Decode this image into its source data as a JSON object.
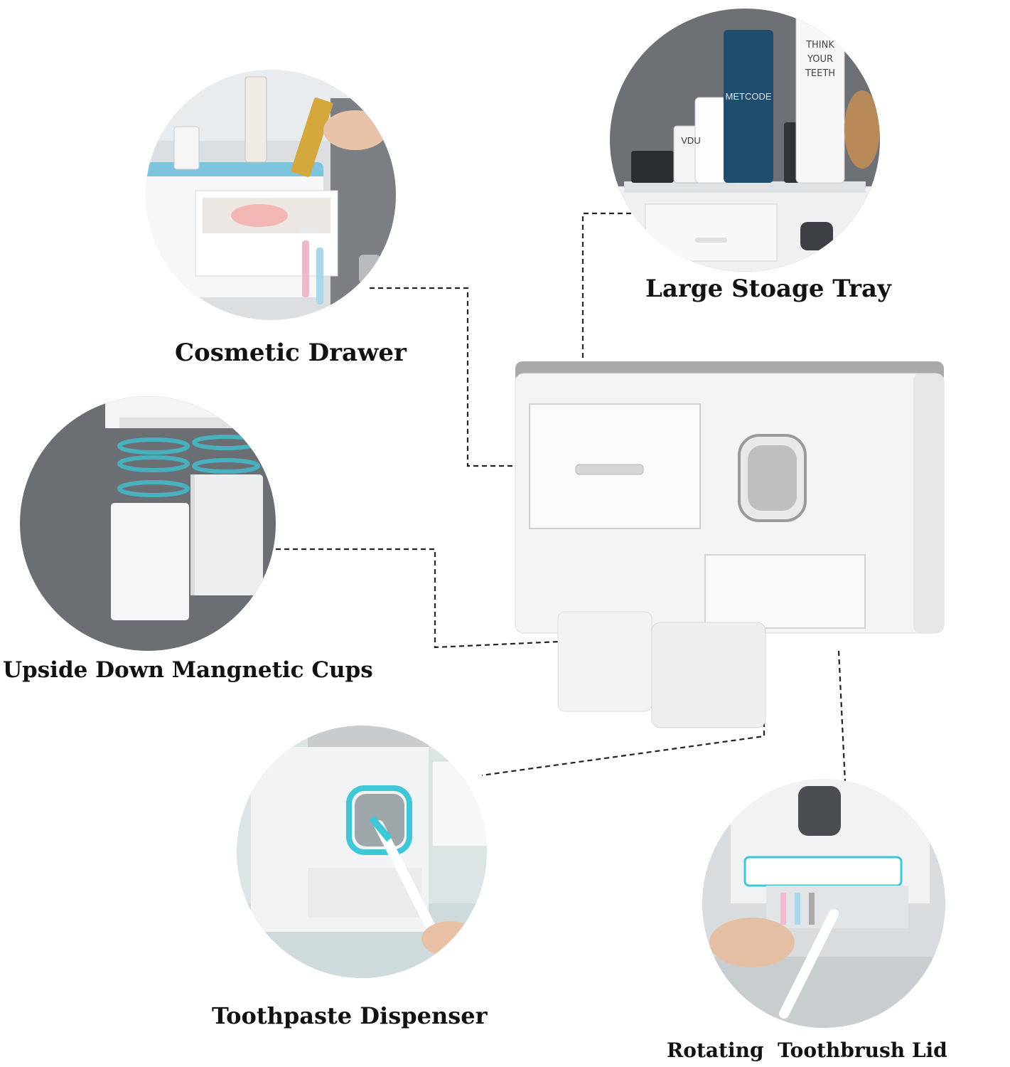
{
  "colors": {
    "dashed_line": "#222222",
    "label_text": "#111111",
    "product_white": "#f4f4f4",
    "product_gray_trim": "#a9a9a9",
    "uv_cyan": "#3ec7d6",
    "drawer_blue": "#7fc4dd",
    "backdrop_gray": "#6d7074"
  },
  "labels": {
    "large_storage_tray": "Large Stoage Tray",
    "cosmetic_drawer": "Cosmetic Drawer",
    "upside_down_cups": "Upside Down Mangnetic Cups",
    "toothpaste_dispenser": "Toothpaste Dispenser",
    "rotating_lid": "Rotating  Toothbrush Lid"
  },
  "product_prints": {
    "tube_lines": [
      "THINK",
      "YOUR",
      "TEETH"
    ],
    "bottle_brand": "METCODE",
    "jar_brand": "VDU"
  },
  "icons": {
    "drawer_handle": "drawer-handle-icon",
    "dispenser_window": "dispenser-window-icon"
  }
}
